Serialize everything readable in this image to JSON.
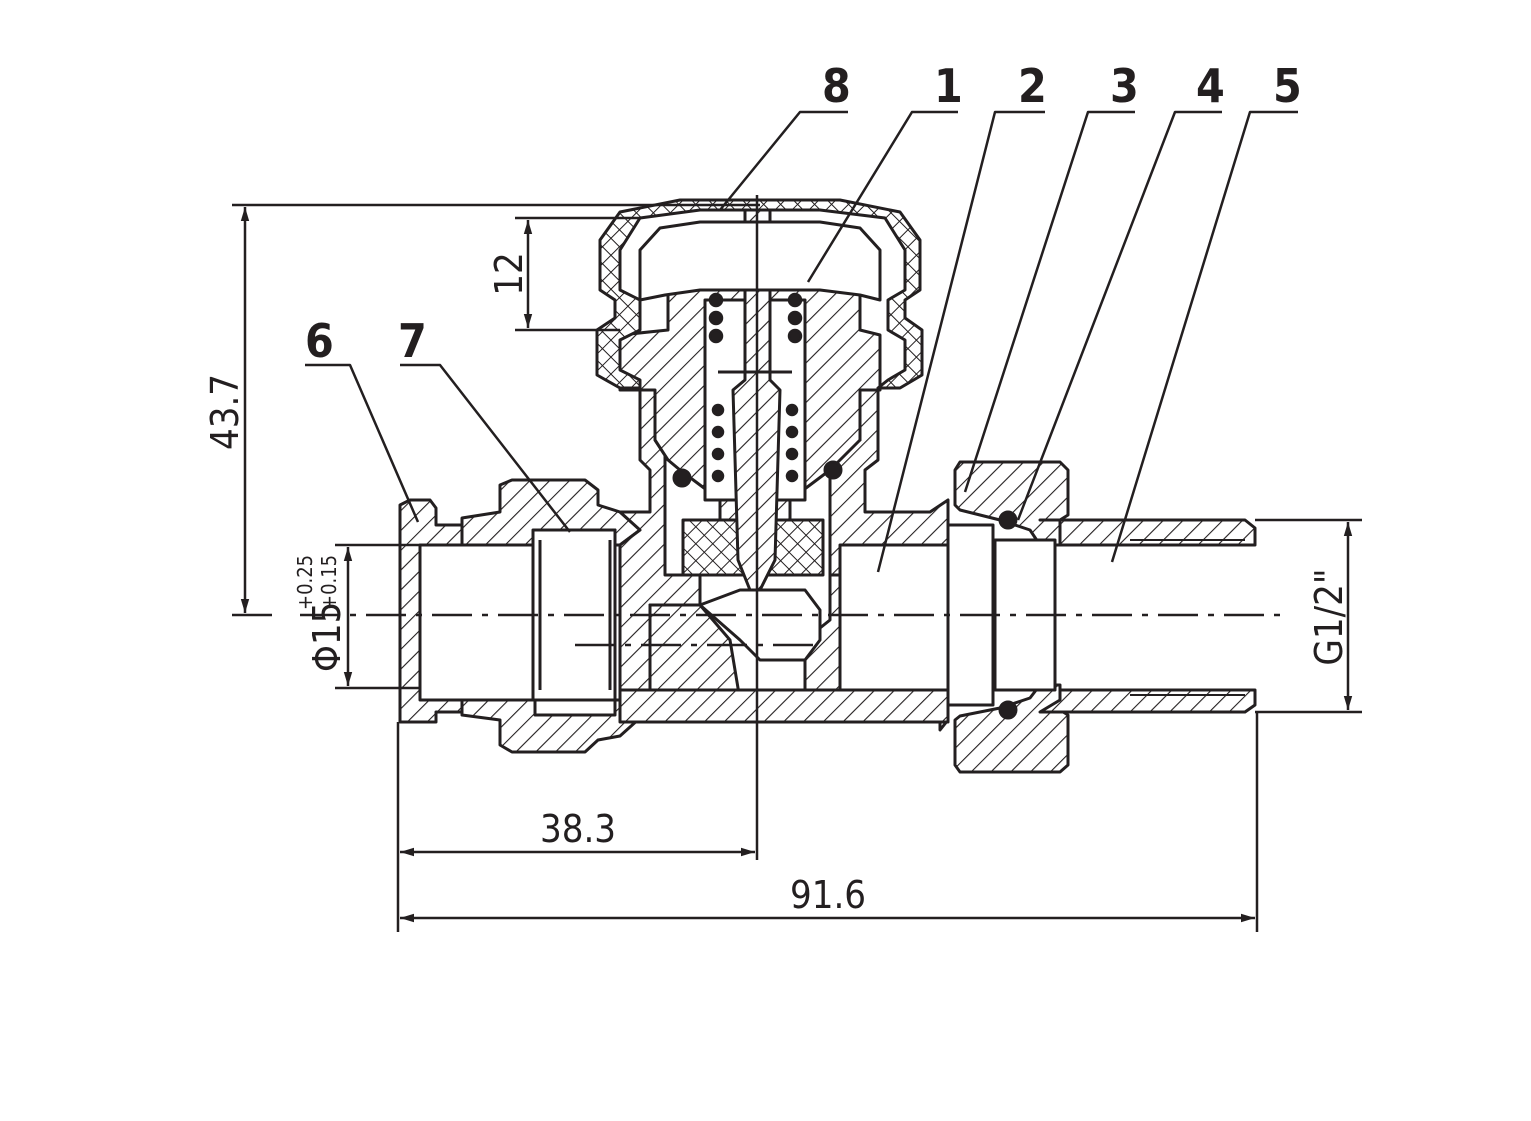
{
  "parts": {
    "p1": "1",
    "p2": "2",
    "p3": "3",
    "p4": "4",
    "p5": "5",
    "p6": "6",
    "p7": "7",
    "p8": "8"
  },
  "dimensions": {
    "height_total": "43.7",
    "cap_height": "12",
    "center_offset": "38.3",
    "overall_length": "91.6",
    "pipe_diameter": "Φ15",
    "pipe_tol_upper": "+0.25",
    "pipe_tol_lower": "+0.15",
    "thread": "G1/2\""
  },
  "colors": {
    "line": "#231f20",
    "background": "#ffffff"
  }
}
